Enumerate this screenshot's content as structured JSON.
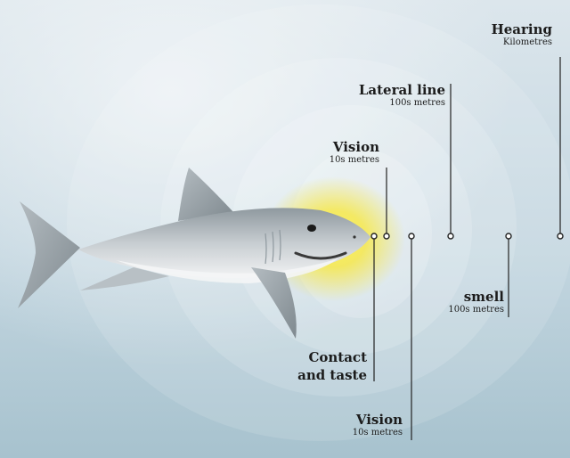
{
  "labels": {
    "hearing": {
      "title": "Hearing",
      "sub": "Kilometres"
    },
    "lateral_line": {
      "title": "Lateral line",
      "sub": "100s metres"
    },
    "vision_top": {
      "title": "Vision",
      "sub": "10s metres"
    },
    "contact_taste": {
      "title": "Contact\nand taste"
    },
    "smell": {
      "title": "smell",
      "sub": "100s metres"
    },
    "vision_bottom": {
      "title": "Vision",
      "sub": "10s metres"
    }
  },
  "colors": {
    "sky_top": "#c8d8e2",
    "water_bottom": "#a9c3cf",
    "glow": "#f6e84a",
    "zone_ring": "#ffffff",
    "leader": "#222222",
    "shark_body": "#d9dde0",
    "shark_shadow": "#9aa3a8"
  }
}
